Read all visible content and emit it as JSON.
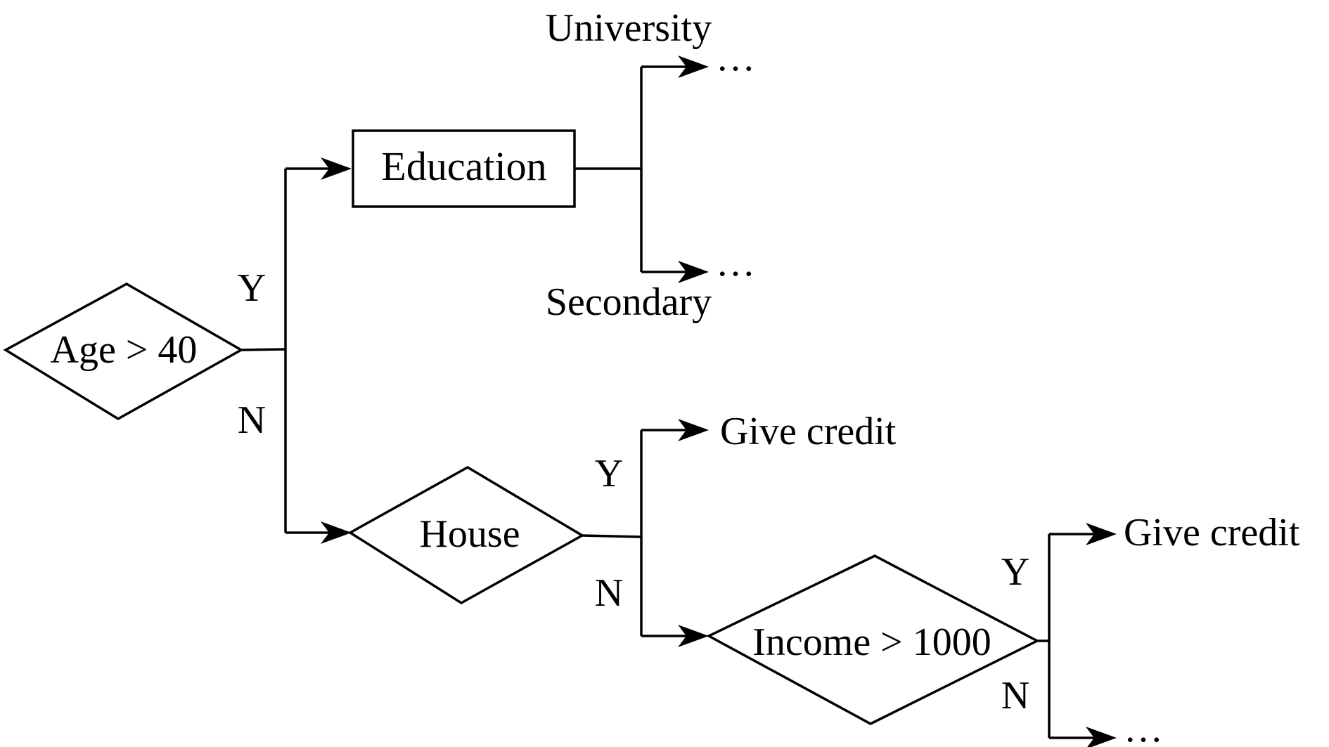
{
  "nodes": {
    "age": "Age > 40",
    "education": "Education",
    "house": "House",
    "income": "Income > 1000"
  },
  "branches": {
    "age_yes": "Y",
    "age_no": "N",
    "house_yes": "Y",
    "house_no": "N",
    "income_yes": "Y",
    "income_no": "N"
  },
  "outcomes": {
    "university_label": "University",
    "secondary_label": "Secondary",
    "university_result": "…",
    "secondary_result": "…",
    "house_yes_result": "Give credit",
    "income_yes_result": "Give credit",
    "income_no_result": "…"
  },
  "colors": {
    "stroke": "#000000",
    "background": "#ffffff"
  }
}
